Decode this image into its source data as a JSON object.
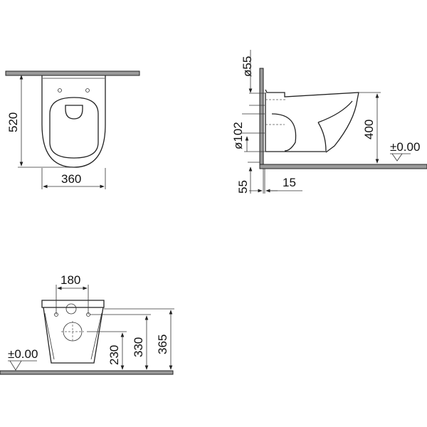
{
  "top_view": {
    "depth_label": "520",
    "width_label": "360"
  },
  "side_view": {
    "inlet_diameter_label": "ø55",
    "outlet_diameter_label": "ø102",
    "height_label": "400",
    "floor_level_label": "±0.00",
    "wall_offset_label": "55",
    "wall_thickness_label": "15"
  },
  "front_view": {
    "bolt_spacing_label": "180",
    "outlet_height_label": "230",
    "bolt_height_label": "330",
    "top_height_label": "365",
    "floor_level_label": "±0.00"
  }
}
